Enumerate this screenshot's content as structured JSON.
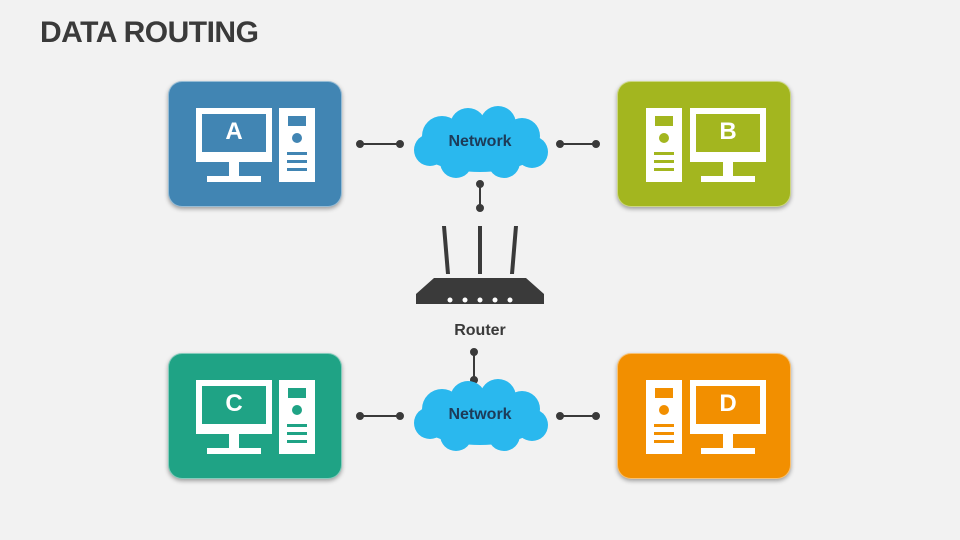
{
  "title": "DATA ROUTING",
  "colors": {
    "computer_a": "#4185b3",
    "computer_b": "#a3b61f",
    "computer_c": "#1fa385",
    "computer_d": "#f28f00",
    "cloud": "#2ab8ee",
    "router": "#3a3a3a",
    "connector": "#3a3a3a"
  },
  "computers": {
    "a": {
      "letter": "A"
    },
    "b": {
      "letter": "B"
    },
    "c": {
      "letter": "C"
    },
    "d": {
      "letter": "D"
    }
  },
  "networks": {
    "top": {
      "label": "Network"
    },
    "bottom": {
      "label": "Network"
    }
  },
  "router": {
    "label": "Router"
  }
}
